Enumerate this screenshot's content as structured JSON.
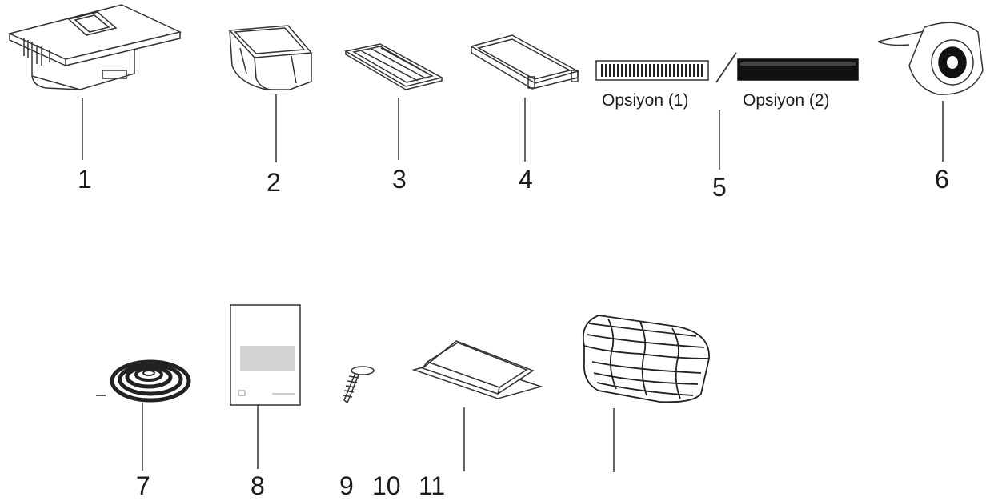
{
  "parts": [
    {
      "number": "1",
      "name": "hood-body"
    },
    {
      "number": "2",
      "name": "inner-duct"
    },
    {
      "number": "3",
      "name": "grease-filter"
    },
    {
      "number": "4",
      "name": "filter-tray"
    },
    {
      "number": "5",
      "name": "carbon-filter-options"
    },
    {
      "number": "6",
      "name": "tape-roll"
    },
    {
      "number": "7",
      "name": "gasket-coil"
    },
    {
      "number": "8",
      "name": "manual"
    },
    {
      "number": "9",
      "name": "screw"
    },
    {
      "number": "10",
      "name": "unlabeled-part"
    },
    {
      "number": "11",
      "name": "duct-frame"
    }
  ],
  "options": {
    "option1": "Opsiyon (1)",
    "option2": "Opsiyon (2)"
  },
  "colors": {
    "line": "#333333",
    "manual_panel": "#d4d4d4",
    "dark_filter": "#111111"
  }
}
